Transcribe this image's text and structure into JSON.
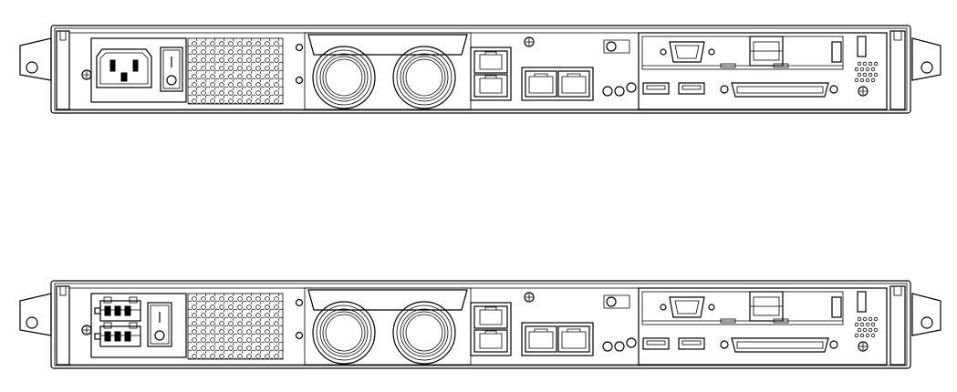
{
  "diagram": {
    "units": [
      {
        "id": "unit-ac",
        "power_input": "ac"
      },
      {
        "id": "unit-dc",
        "power_input": "dc"
      }
    ],
    "colors": {
      "line": "#000000",
      "background": "#ffffff"
    }
  }
}
